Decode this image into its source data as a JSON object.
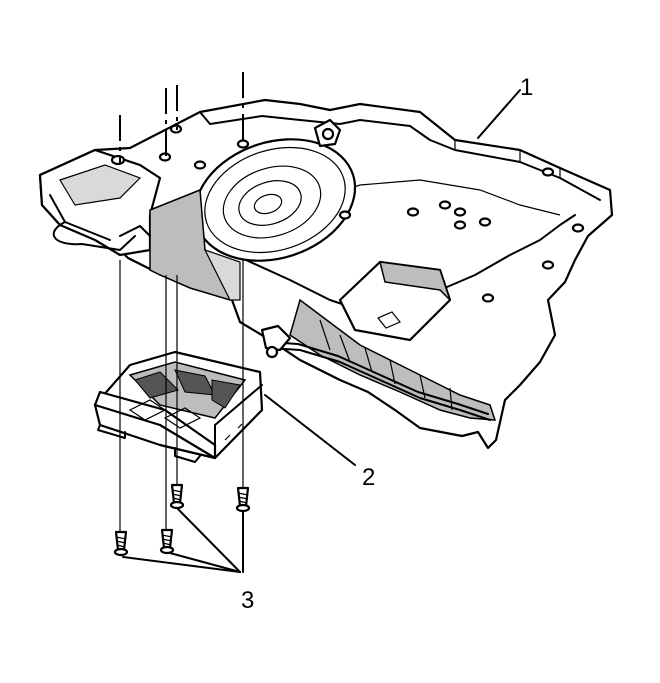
{
  "callouts": {
    "panel_label": "1",
    "amplifier_label": "2",
    "fasteners_label": "3"
  },
  "colors": {
    "line": "#000000",
    "background": "#ffffff",
    "shading": "#bdbdbd"
  }
}
